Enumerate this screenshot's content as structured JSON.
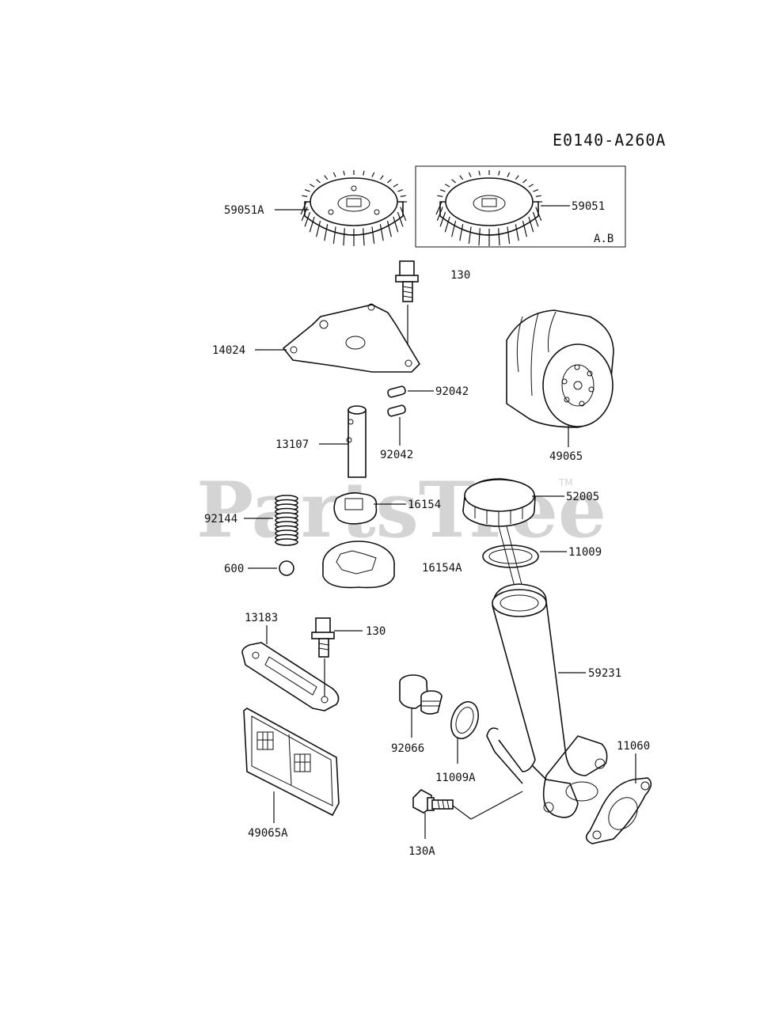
{
  "diagram": {
    "code": "E0140-A260A",
    "watermark": "PartsTree",
    "trademark": "TM",
    "inset_note": "A.B"
  },
  "labels": {
    "p59051A": "59051A",
    "p59051": "59051",
    "p130_top": "130",
    "p14024": "14024",
    "p92042_a": "92042",
    "p92042_b": "92042",
    "p13107": "13107",
    "p49065": "49065",
    "p92144": "92144",
    "p16154": "16154",
    "p52005": "52005",
    "p11009": "11009",
    "p600": "600",
    "p16154A": "16154A",
    "p13183": "13183",
    "p130_mid": "130",
    "p59231": "59231",
    "p92066": "92066",
    "p11060": "11060",
    "p11009A": "11009A",
    "p49065A": "49065A",
    "p130A": "130A"
  }
}
